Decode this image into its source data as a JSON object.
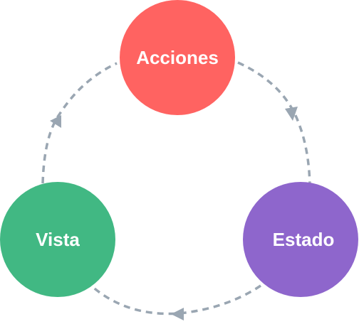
{
  "nodes": [
    {
      "id": "acciones",
      "label": "Acciones",
      "color": "#ff6361"
    },
    {
      "id": "estado",
      "label": "Estado",
      "color": "#8e66cc"
    },
    {
      "id": "vista",
      "label": "Vista",
      "color": "#41b883"
    }
  ],
  "edges": [
    {
      "from": "acciones",
      "to": "estado"
    },
    {
      "from": "estado",
      "to": "vista"
    },
    {
      "from": "vista",
      "to": "acciones"
    }
  ],
  "style": {
    "connector_color": "#9aa6b2",
    "label_color": "#ffffff"
  }
}
